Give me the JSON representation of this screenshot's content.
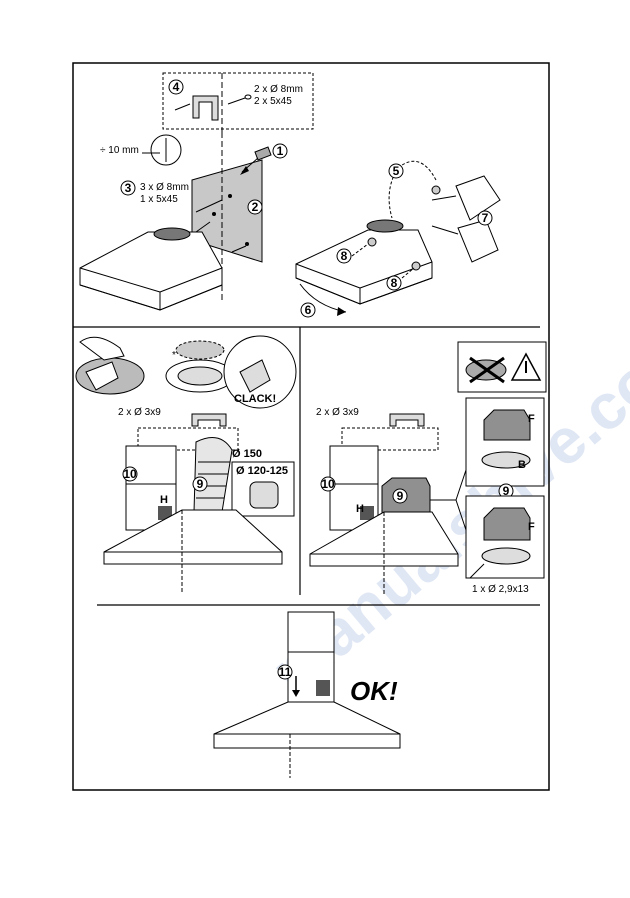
{
  "watermark": "manualshive.com",
  "section_top": {
    "step1_num": "1",
    "step2_num": "2",
    "step3_num": "3",
    "step3_line1": "3 x Ø 8mm",
    "step3_line2": "1 x 5x45",
    "step4_num": "4",
    "step4_line1": "2 x Ø 8mm",
    "step4_line2": "2 x 5x45",
    "step5_num": "5",
    "step6_num": "6",
    "step7_num": "7",
    "step8a_num": "8",
    "step8b_num": "8",
    "gap_label": "÷ 10 mm"
  },
  "section_mid_left": {
    "screws_label": "2 x Ø 3x9",
    "step10_num": "10",
    "step9_num": "9",
    "h_label": "H",
    "duct150_label": "Ø 150",
    "duct120_label": "Ø 120-125",
    "clack_label": "CLACK!",
    "star": "*"
  },
  "section_mid_right": {
    "screws_label": "2 x Ø 3x9",
    "step10_num": "10",
    "step9_num": "9",
    "h_label": "H",
    "f_top": "F",
    "b_label": "B",
    "step9b_num": "9",
    "f_bottom": "F",
    "screw_label": "1 x Ø 2,9x13"
  },
  "section_bottom": {
    "step11_num": "11",
    "ok_label": "OK!"
  }
}
